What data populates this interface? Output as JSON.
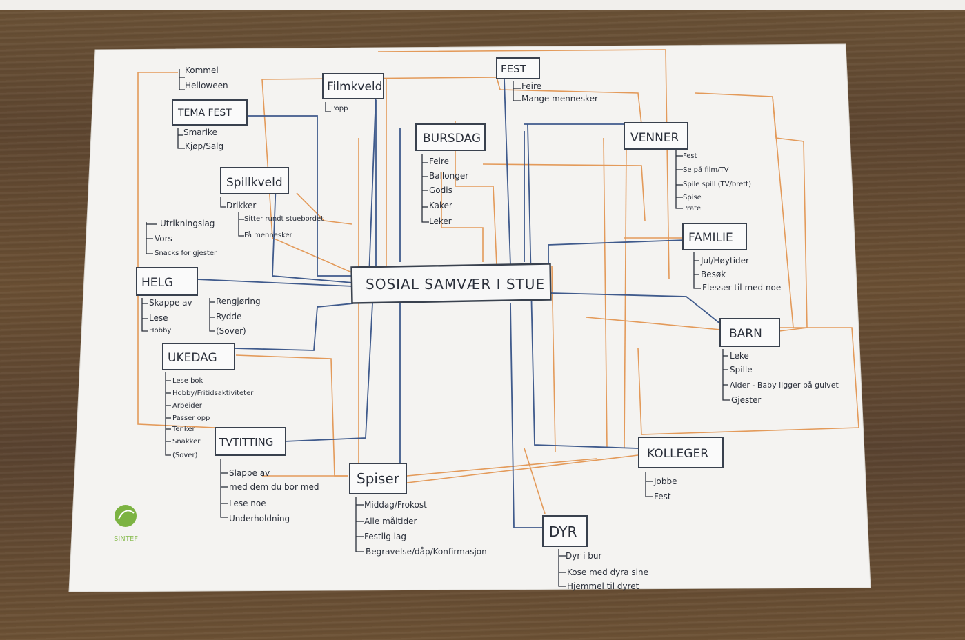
{
  "main_node": "SOSIAL SAMVÆR I STUE",
  "nodes": {
    "tema_fest": {
      "title": "TEMA FEST",
      "above": [
        "Kommel",
        "Helloween"
      ],
      "items": [
        "Smarike",
        "Kjøp/Salg"
      ]
    },
    "filmkveld": {
      "title": "Filmkveld",
      "items": [
        "Popp"
      ]
    },
    "fest": {
      "title": "FEST",
      "items": [
        "Feire",
        "Mange mennesker"
      ]
    },
    "bursdag": {
      "title": "BURSDAG",
      "items": [
        "Feire",
        "Ballonger",
        "Godis",
        "Kaker",
        "Leker"
      ]
    },
    "venner": {
      "title": "VENNER",
      "items": [
        "Fest",
        "Se på film/TV",
        "Spile spill (TV/brett)",
        "Spise",
        "Prate"
      ]
    },
    "spillkveld": {
      "title": "Spillkveld",
      "items": [
        "Drikker",
        "Sitter rundt stuebordet",
        "Få mennesker"
      ]
    },
    "helg": {
      "title": "HELG",
      "above": [
        "Utrikningslag",
        "Vors",
        "Snacks for gjester"
      ],
      "items": [
        "Skappe av",
        "Lese",
        "Hobby"
      ],
      "items2": [
        "Rengjøring",
        "Rydde",
        "(Sover)"
      ]
    },
    "familie": {
      "title": "FAMILIE",
      "items": [
        "Jul/Høytider",
        "Besøk",
        "Flesser til med noe"
      ]
    },
    "barn": {
      "title": "BARN",
      "items": [
        "Leke",
        "Spille",
        "Alder - Baby ligger på gulvet",
        "Gjester"
      ]
    },
    "ukedag": {
      "title": "UKEDAG",
      "items": [
        "Lese bok",
        "Hobby/Fritidsaktiviteter",
        "Arbeider",
        "Passer opp",
        "Tenker",
        "Snakker",
        "(Sover)"
      ]
    },
    "tvtitting": {
      "title": "TVTITTING",
      "items": [
        "Slappe av",
        "med dem du bor med",
        "Lese noe",
        "Underholdning"
      ]
    },
    "spiser": {
      "title": "Spiser",
      "items": [
        "Middag/Frokost",
        "Alle måltider",
        "Festlig lag",
        "Begravelse/dåp/Konfirmasjon"
      ]
    },
    "kolleger": {
      "title": "KOLLEGER",
      "items": [
        "Jobbe",
        "Fest"
      ]
    },
    "dyr": {
      "title": "DYR",
      "items": [
        "Dyr i bur",
        "Kose med dyra sine",
        "Hjemmel til dyret"
      ]
    }
  },
  "logo_text": "SINTEF",
  "colors": {
    "orange_link": "#e39a5a",
    "blue_link": "#3f5a8c",
    "ink": "#2a2f3a",
    "logo_green": "#7cb342"
  }
}
